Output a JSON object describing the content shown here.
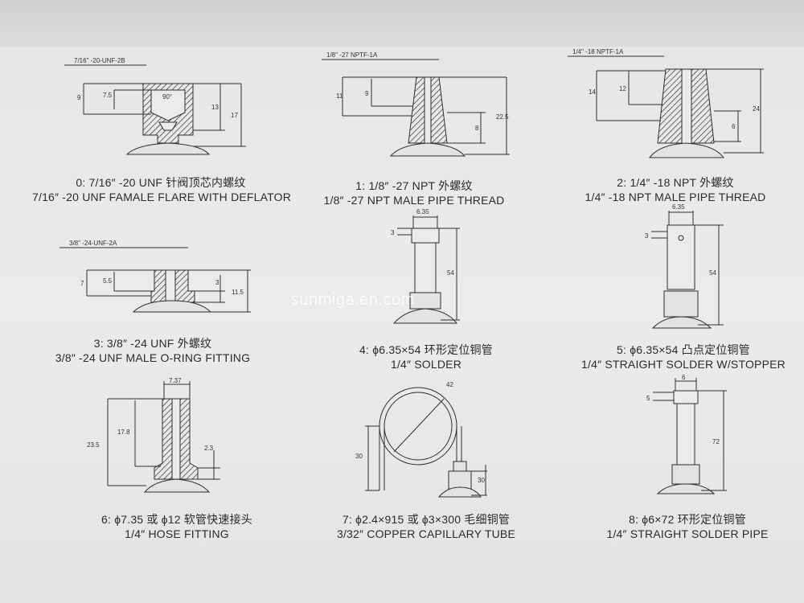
{
  "watermark": "sunmiga.en.com",
  "items": [
    {
      "cn": "0:  7/16″ -20 UNF 针阀顶芯内螺纹",
      "en": "7/16″ -20 UNF FAMALE FLARE WITH DEFLATOR",
      "dims": {
        "thread": "7/16\" -20-UNF-2B",
        "d1": "9",
        "d2": "7.5",
        "angle": "90°",
        "d3": "13",
        "d4": "17"
      }
    },
    {
      "cn": "1:  1/8″ -27 NPT 外螺纹",
      "en": "1/8″ -27 NPT MALE PIPE THREAD",
      "dims": {
        "thread": "1/8\" -27 NPTF-1A",
        "d1": "11",
        "d2": "9",
        "d3": "8",
        "d4": "22.5"
      }
    },
    {
      "cn": "2:  1/4″ -18 NPT 外螺纹",
      "en": "1/4″ -18 NPT MALE PIPE THREAD",
      "dims": {
        "thread": "1/4\" -18 NPTF-1A",
        "d1": "14",
        "d2": "12",
        "d3": "6",
        "d4": "24"
      }
    },
    {
      "cn": "3:  3/8″ -24 UNF 外螺纹",
      "en": "3/8″ -24 UNF MALE O-RING FITTING",
      "dims": {
        "thread": "3/8\" -24-UNF-2A",
        "d1": "7",
        "d2": "5.5",
        "d3": "3",
        "d4": "11.5"
      }
    },
    {
      "cn": "4:  ϕ6.35×54 环形定位铜管",
      "en": "1/4″ SOLDER",
      "dims": {
        "top": "6.35",
        "d1": "3",
        "d2": "54"
      }
    },
    {
      "cn": "5:  ϕ6.35×54 凸点定位铜管",
      "en": "1/4″ STRAIGHT SOLDER W/STOPPER",
      "dims": {
        "top": "6.35",
        "d1": "3",
        "d2": "54"
      }
    },
    {
      "cn": "6:  ϕ7.35 或 ϕ12 软管快速接头",
      "en": "1/4″ HOSE FITTING",
      "dims": {
        "top": "7.37",
        "d1": "17.8",
        "d2": "23.5",
        "d3": "2.3"
      }
    },
    {
      "cn": "7:  ϕ2.4×915 或 ϕ3×300 毛细铜管",
      "en": "3/32″ COPPER CAPILLARY TUBE",
      "dims": {
        "dia": "42",
        "d1": "30",
        "d2": "30"
      }
    },
    {
      "cn": "8:  ϕ6×72 环形定位铜管",
      "en": "1/4″ STRAIGHT SOLDER PIPE",
      "dims": {
        "top": "6",
        "d1": "5",
        "d2": "72"
      }
    }
  ]
}
